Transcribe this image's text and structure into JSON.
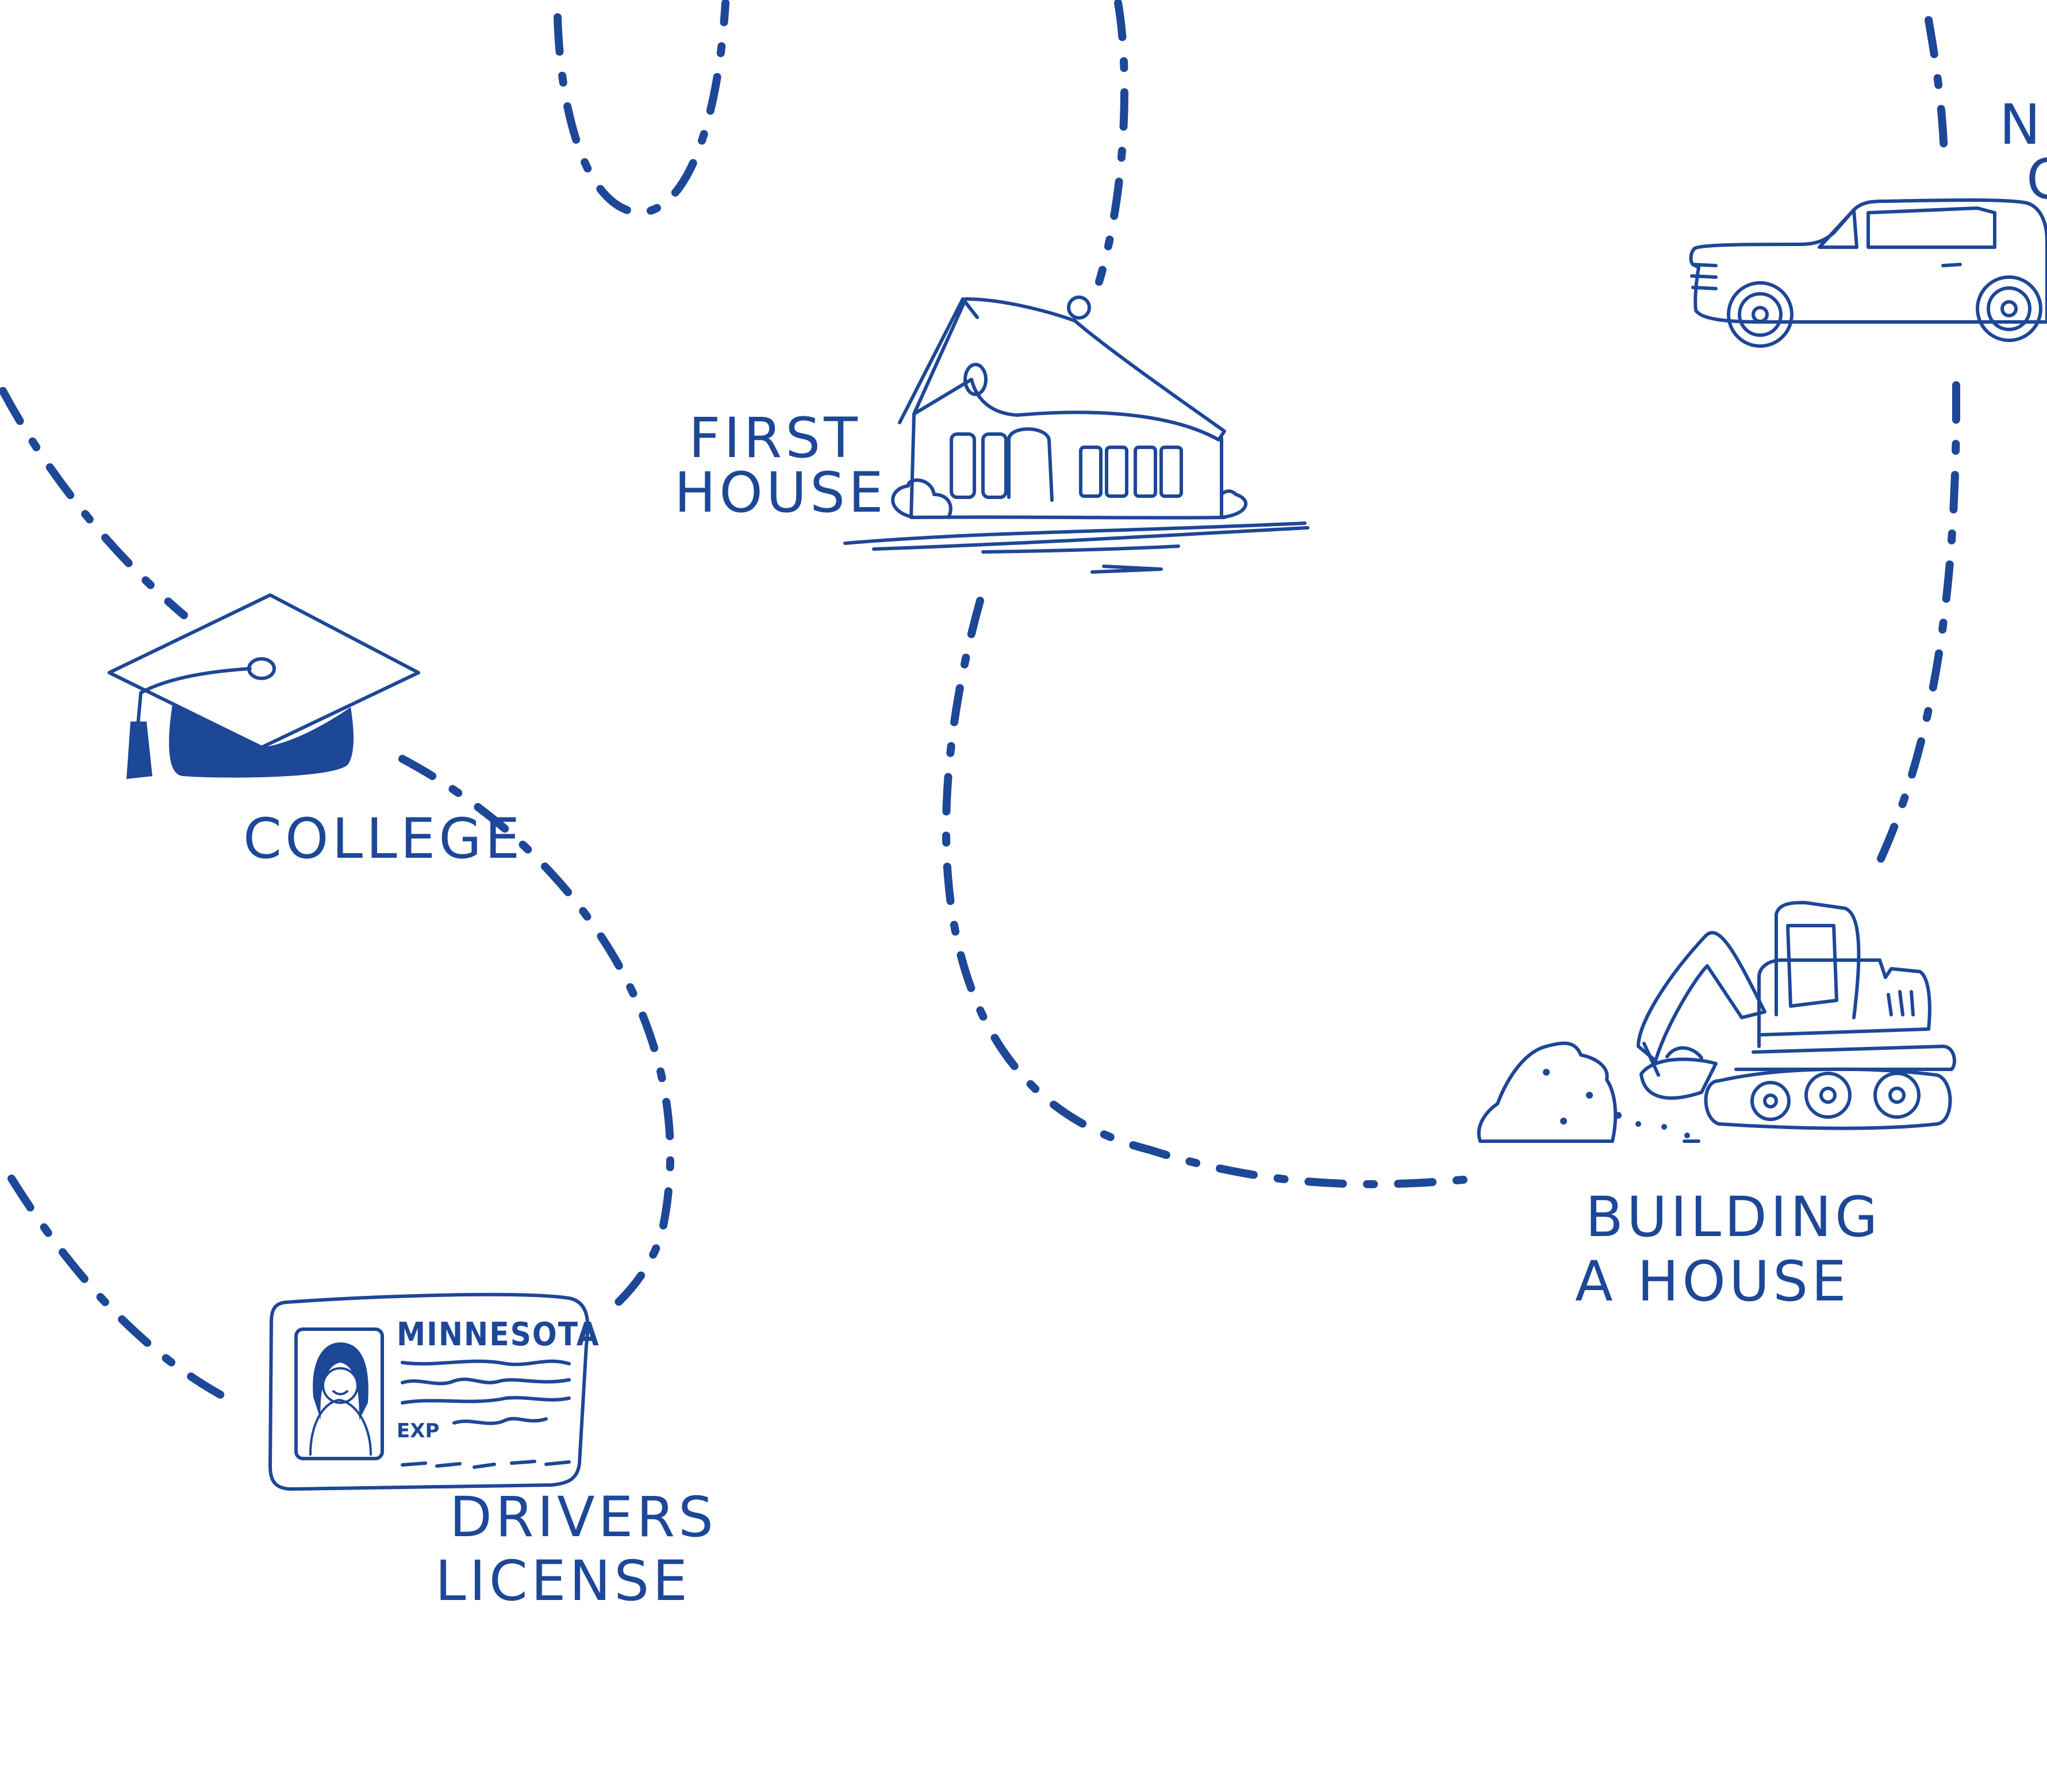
{
  "colors": {
    "ink": "#1d4797",
    "background": "#ffffff"
  },
  "milestones": {
    "college": {
      "label": "COLLEGE",
      "icon": "graduation-cap-icon"
    },
    "drivers_license": {
      "label_line1": "DRIVERS",
      "label_line2": "LICENSE",
      "icon": "id-card-icon",
      "card_state": "MINNESOTA",
      "card_exp": "EXP"
    },
    "first_house": {
      "label_line1": "FIRST",
      "label_line2": "HOUSE",
      "icon": "house-icon"
    },
    "building_house": {
      "label_line1": "BUILDING",
      "label_line2": "A   HOUSE",
      "icon": "excavator-icon"
    },
    "new_car": {
      "label_line1": "N",
      "label_line2": "C",
      "icon": "car-icon"
    }
  }
}
